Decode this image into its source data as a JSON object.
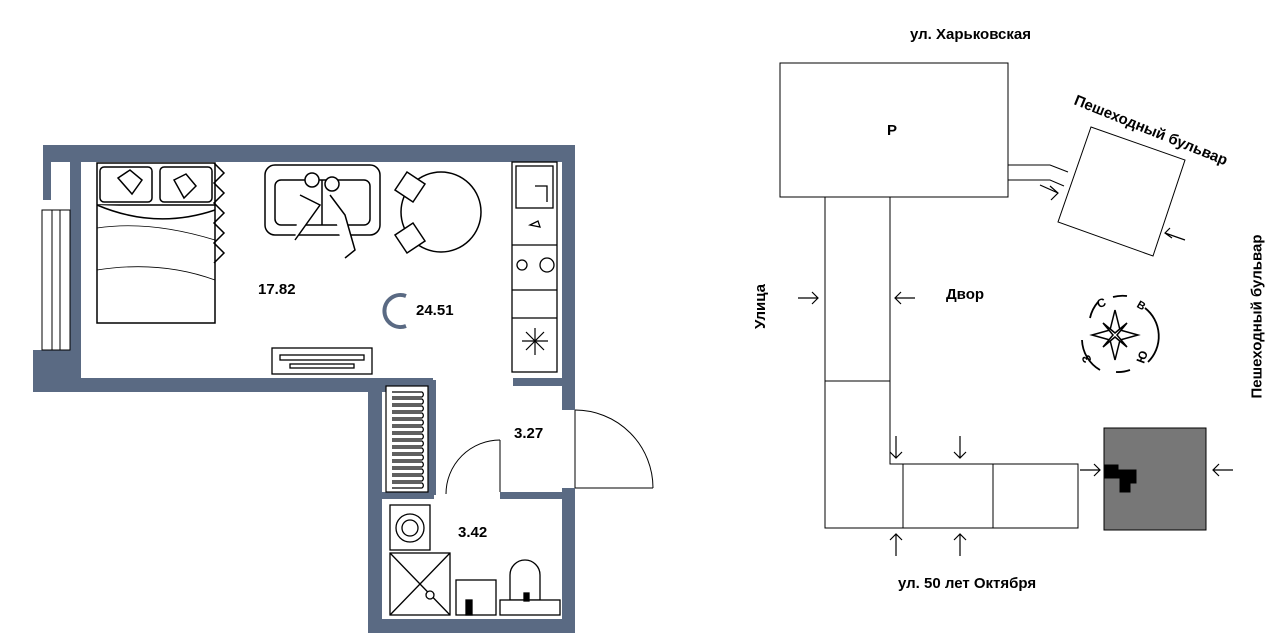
{
  "floor_plan": {
    "room_areas": {
      "living": "17.82",
      "total": "24.51",
      "hall": "3.27",
      "bathroom": "3.42"
    },
    "studio_badge": "С",
    "colors": {
      "wall": "#5a6a83",
      "badge": "#5a6a83",
      "outline": "#000000",
      "neighbor_fill": "#777777"
    }
  },
  "site_plan": {
    "streets": {
      "top": "ул. Харьковская",
      "bottom": "ул. 50 лет Октября",
      "left": "Улица",
      "boulevard_top": "Пешеходный бульвар",
      "boulevard_right": "Пешеходный бульвар"
    },
    "labels": {
      "parking": "Р",
      "yard": "Двор"
    },
    "compass": {
      "north": "С",
      "east": "В",
      "south": "Ю",
      "west": "З"
    }
  }
}
